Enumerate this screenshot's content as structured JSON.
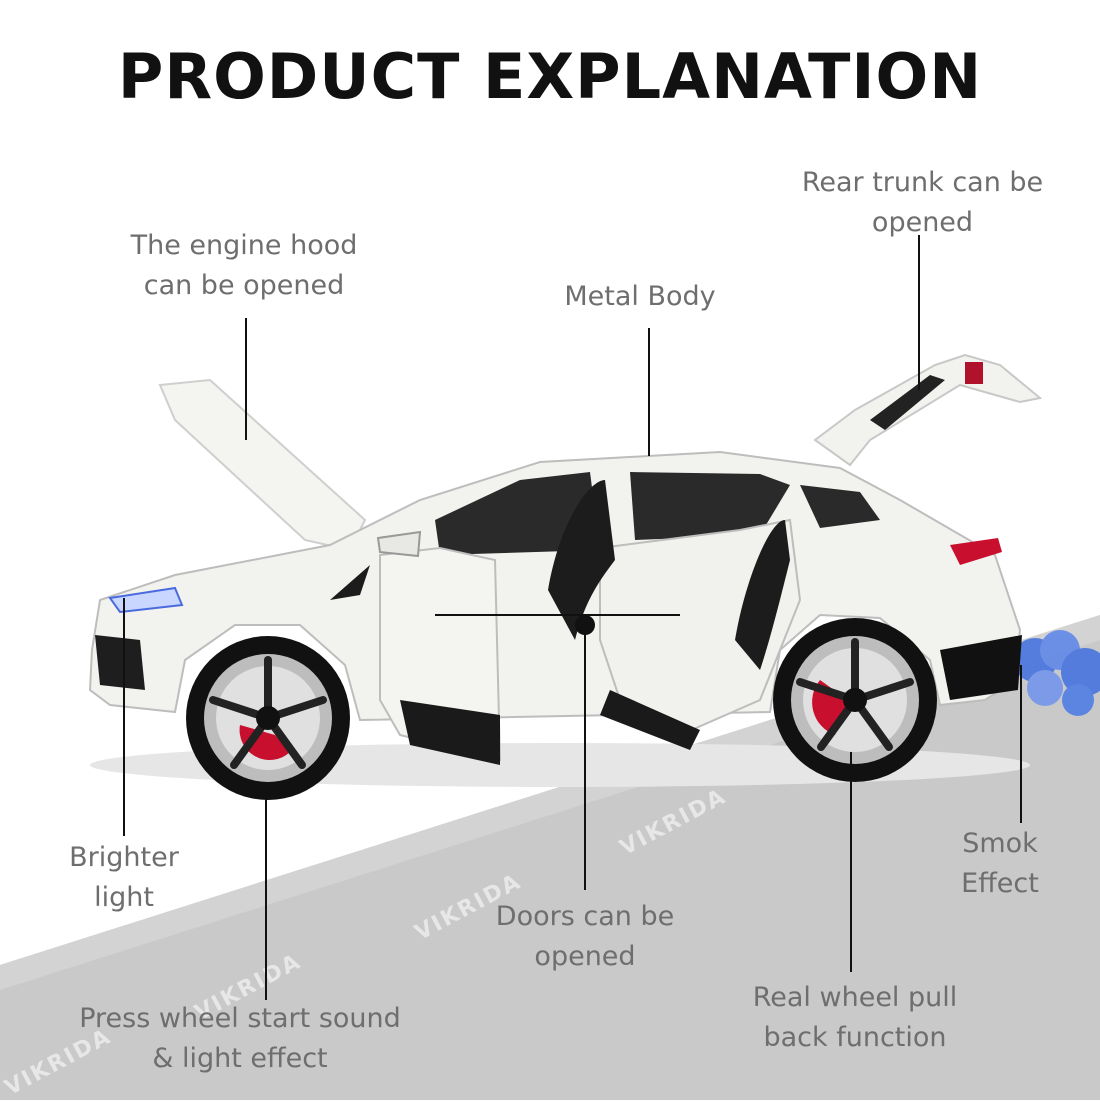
{
  "title": "PRODUCT EXPLANATION",
  "watermark": "VIKRIDA",
  "callouts": {
    "hood": [
      "The engine hood",
      "can be opened"
    ],
    "metal": [
      "Metal Body"
    ],
    "trunk": [
      "Rear trunk can be",
      "opened"
    ],
    "light": [
      "Brighter",
      "light"
    ],
    "sound": [
      "Press wheel start sound",
      "& light effect"
    ],
    "doors": [
      "Doors can be",
      "opened"
    ],
    "wheel": [
      "Real wheel pull",
      "back function"
    ],
    "smoke": [
      "Smok",
      "Effect"
    ]
  },
  "colors": {
    "floor": "#c9c9c9",
    "car_body": "#f2f2ee",
    "brake": "#c8102e",
    "smoke": "#3f6fe0",
    "text": "#6e6e6e",
    "title": "#111111"
  }
}
